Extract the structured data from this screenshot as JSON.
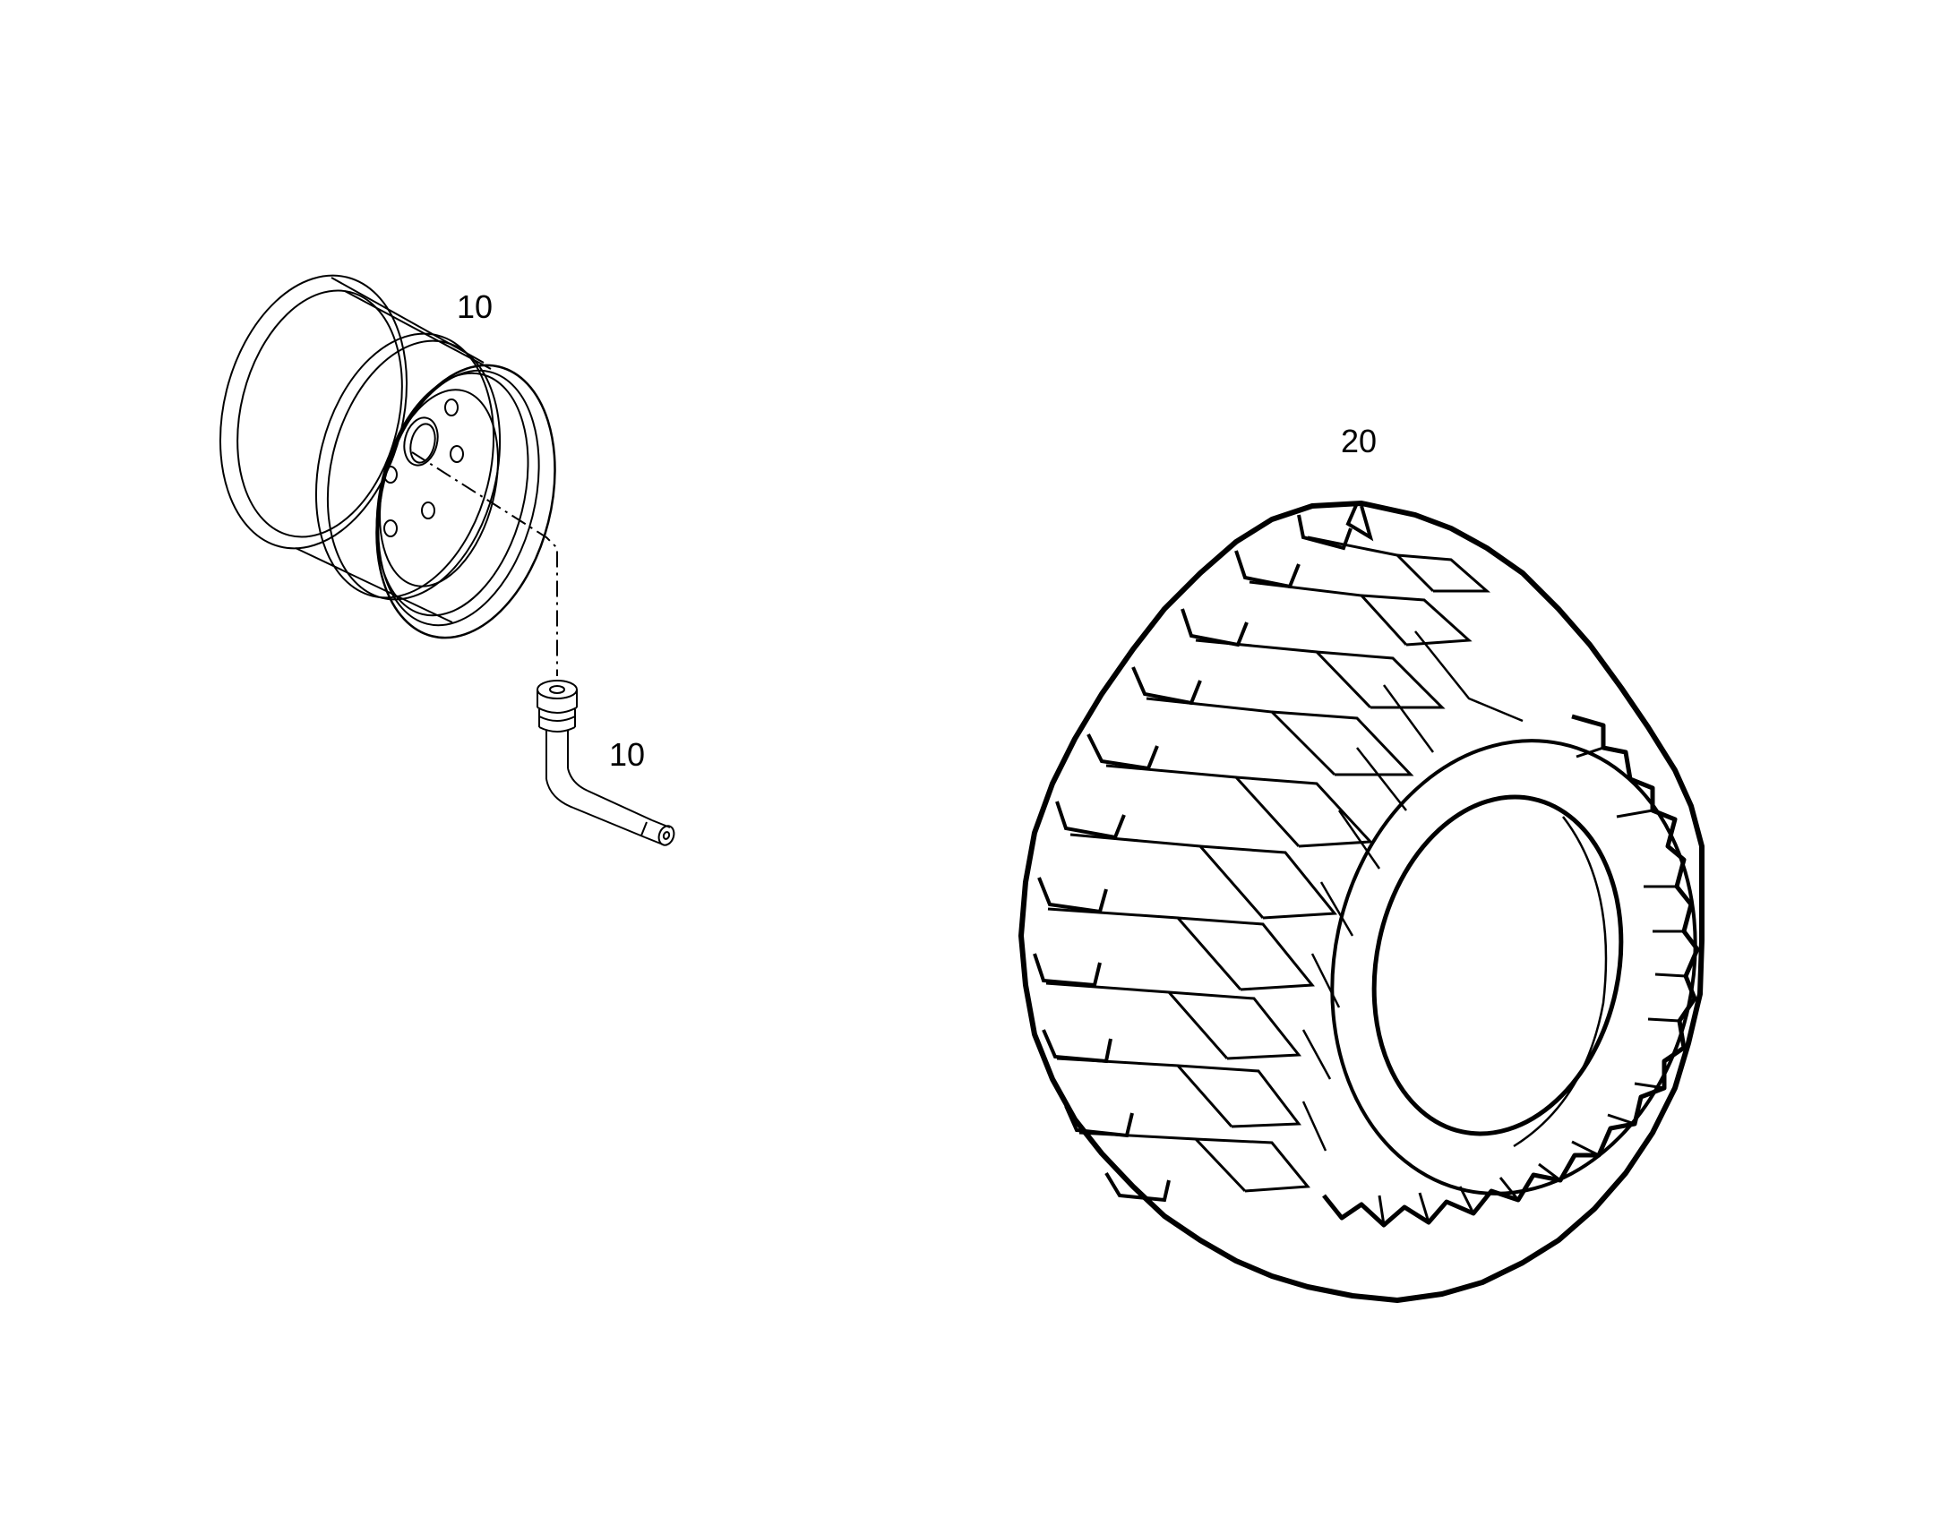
{
  "diagram": {
    "callouts": {
      "rim": "10",
      "valve": "10",
      "tire": "20"
    },
    "parts": {
      "rim": "wheel-rim",
      "valve": "valve-stem",
      "tire": "tire"
    },
    "colors": {
      "line": "#000000",
      "background": "#ffffff"
    }
  }
}
